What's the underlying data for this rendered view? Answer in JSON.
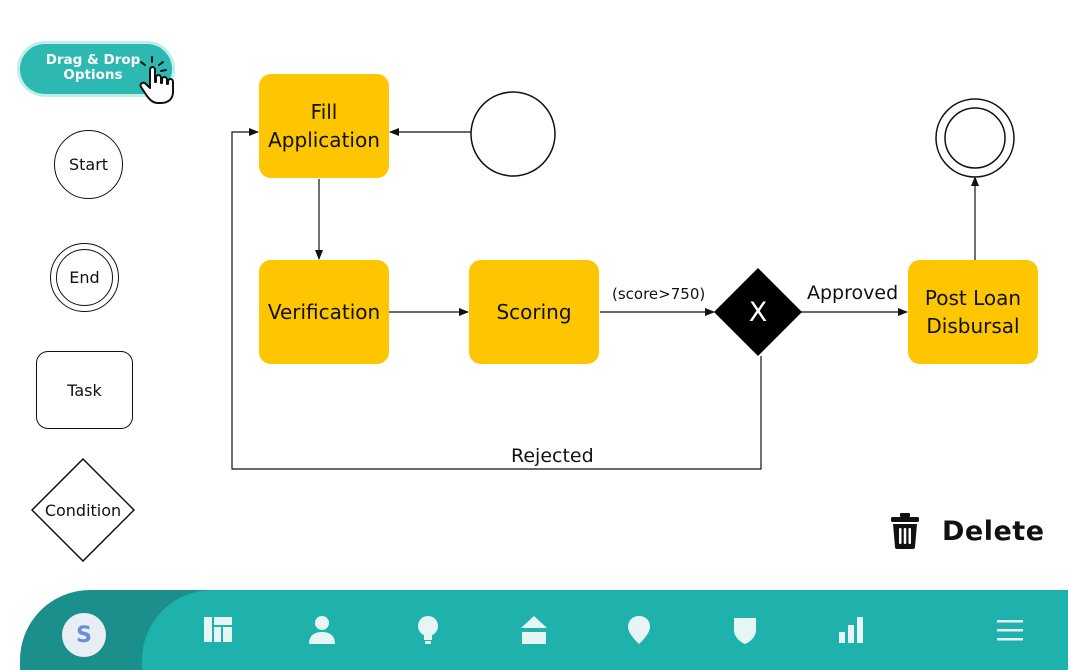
{
  "toolbar": {
    "drag_drop_line1": "Drag & Drop",
    "drag_drop_line2": "Options"
  },
  "palette": {
    "start": "Start",
    "end": "End",
    "task": "Task",
    "condition": "Condition"
  },
  "diagram": {
    "fill_line1": "Fill",
    "fill_line2": "Application",
    "verification": "Verification",
    "scoring": "Scoring",
    "post_line1": "Post Loan",
    "post_line2": "Disbursal",
    "gate_label": "X",
    "edge_score": "(score>750)",
    "edge_approved": "Approved",
    "edge_rejected": "Rejected"
  },
  "actions": {
    "delete": "Delete"
  },
  "nav": {
    "avatar_initial": "S",
    "icons": [
      "dashboard-icon",
      "user-icon",
      "lightbulb-icon",
      "home-icon",
      "location-pin-icon",
      "shield-icon",
      "bar-chart-icon",
      "menu-icon"
    ]
  },
  "colors": {
    "task_fill": "#fdc601",
    "accent_teal": "#1fb2ad",
    "accent_teal_dark": "#1a8f8c",
    "gateway": "#000000"
  }
}
